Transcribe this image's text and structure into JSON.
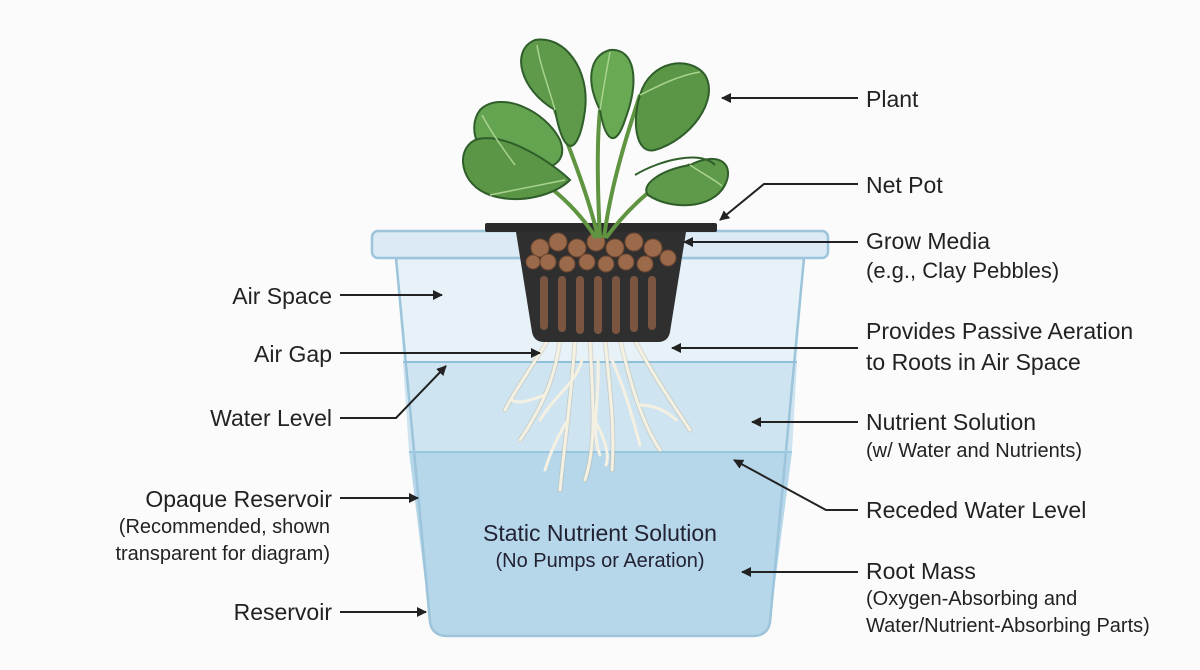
{
  "labels": {
    "plant": "Plant",
    "net_pot": "Net Pot",
    "grow_media": "Grow Media",
    "grow_media_sub": "(e.g., Clay Pebbles)",
    "passive_aeration_1": "Provides Passive Aeration",
    "passive_aeration_2": "to Roots in Air Space",
    "nutrient_solution": "Nutrient Solution",
    "nutrient_solution_sub": "(w/ Water and Nutrients)",
    "receded_water_level": "Receded Water Level",
    "root_mass": "Root Mass",
    "root_mass_sub_1": "(Oxygen-Absorbing and",
    "root_mass_sub_2": "Water/Nutrient-Absorbing Parts)",
    "air_space": "Air Space",
    "air_gap": "Air Gap",
    "water_level": "Water Level",
    "opaque_reservoir": "Opaque Reservoir",
    "opaque_reservoir_sub_1": "(Recommended, shown",
    "opaque_reservoir_sub_2": "transparent for diagram)",
    "reservoir": "Reservoir",
    "static_title": "Static Nutrient Solution",
    "static_sub": "(No Pumps or Aeration)"
  },
  "colors": {
    "leaf": "#5e9a4a",
    "leaf_dark": "#2f5e2a",
    "reservoir_outline": "#9cc4da",
    "air_fill": "#e8f2f8",
    "water_fill": "#b9d9ec",
    "water_deep": "#a8cee6",
    "net_pot": "#2b2b2b",
    "clay": "#9a6a4a",
    "root": "#f3efe2"
  }
}
